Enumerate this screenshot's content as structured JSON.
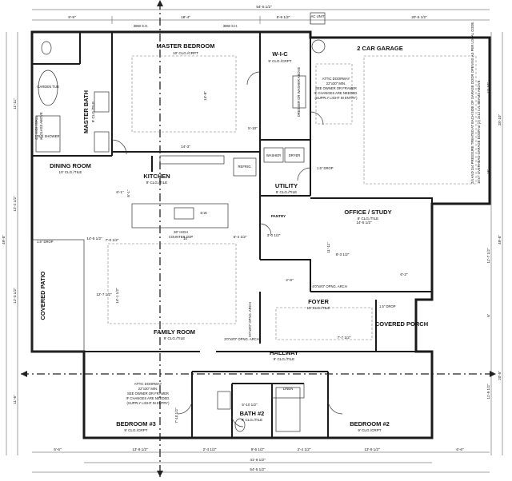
{
  "plan": {
    "overall_width": "54'-5 1/2\"",
    "overall_depth": "49'-8\"",
    "top_segments": [
      "8'-9\"",
      "18'-4\"",
      "5'-9 1/2\"",
      "20'-5 1/2\""
    ],
    "bottom_segments": [
      "6'-6\"",
      "13'-9 1/2\"",
      "2'-4 1/2\"",
      "9'-5 1/2\"",
      "2'-4 1/2\"",
      "13'-9 1/2\"",
      "6'-6\""
    ],
    "bottom_inner_total": "41'-9 1/2\"",
    "left_segments": [
      "11'-11\"",
      "12'-2 1/2\"",
      "12'-3 1/2\"",
      "11'-6\""
    ],
    "right_segments": [
      "12'-10\"",
      "16'",
      "11'-7 1/2\"",
      "6'",
      "11'-9 1/2\""
    ],
    "right_totals": [
      "28'-10\"",
      "49'-8\"",
      "20'-5\""
    ],
    "ac_unit": "AC UNIT",
    "rooms": [
      {
        "name": "MASTER BEDROOM",
        "sub": "10' CLG./CRPT"
      },
      {
        "name": "W-I-C",
        "sub": "9' CLG./CRPT"
      },
      {
        "name": "2 CAR GARAGE",
        "sub": ""
      },
      {
        "name": "MASTER BATH",
        "sub": "9' CLG./TILE"
      },
      {
        "name": "DINING ROOM",
        "sub": "10' CLG./TILE"
      },
      {
        "name": "KITCHEN",
        "sub": "9' CLG./TILE"
      },
      {
        "name": "UTILITY",
        "sub": "9' CLG./TILE"
      },
      {
        "name": "PANTRY",
        "sub": ""
      },
      {
        "name": "OFFICE / STUDY",
        "sub": "9' CLG./TILE"
      },
      {
        "name": "COVERED PATIO",
        "sub": ""
      },
      {
        "name": "FOYER",
        "sub": "10' CLG./TILE"
      },
      {
        "name": "COVERED PORCH",
        "sub": ""
      },
      {
        "name": "FAMILY ROOM",
        "sub": "9' CLG./TILE"
      },
      {
        "name": "HALLWAY",
        "sub": "9' CLG./TILE"
      },
      {
        "name": "BEDROOM #3",
        "sub": "9' CLG./CRPT"
      },
      {
        "name": "BATH #2",
        "sub": "9' CLG./TILE"
      },
      {
        "name": "BEDROOM #2",
        "sub": "9' CLG./CRPT"
      }
    ],
    "notes": {
      "attic_garage": [
        "ATTIC DOORWAY",
        "22\"x30\" MIN.",
        "SEE OWNER OR FRAMER",
        "IF CHANGES ARE NEEDED.",
        "(SUPPLY LIGHT IN ENTRY)"
      ],
      "attic_bedroom": [
        "ATTIC DOORWAY",
        "22\"x30\" MIN.",
        "SEE OWNER OR FRAMER",
        "IF CHANGES ARE NEEDED.",
        "(SUPPLY LIGHT IN ENTRY)"
      ],
      "garage_beam": "2/4 AND 2x4 PRESSURE TREATED AT EACH SIDE OF GARAGE DOOR OPENING AS PER LOCAL CODE.",
      "garage_door": "16'x7' OVERHEAD GARAGE DOOR w/ (2) 2x12 LVL BEAMS ABOVE",
      "counter": [
        "36\" HIGH",
        "COUNTER TOP"
      ],
      "master_bath_wall": [
        "42\" HIGH WALL",
        "w/ GLASS ABOVE"
      ],
      "tile_shower": "TILE SHOWER",
      "garden_tub": "GARDEN TUB",
      "window_sh": "3060 S.H.",
      "foyer_opening": "4'0\"x8'0\" OPNG. ARCH",
      "hall_opening": "2'0\"x8'0\" OPNG. ARCH",
      "family_opening": "5'0\"x8'0\" OPNG. ARCH",
      "linen": "LINEN",
      "refrig": "REFRIG.",
      "washer": "WASHER",
      "dryer": "DRYER",
      "dresser": "DRESSER OR WASHER ABOVE",
      "dw": "D.W.",
      "drop": "1.5\" DROP"
    },
    "inner_dims": [
      "14'-3\"",
      "14'-8\"",
      "14'-5 1/2\"",
      "5'-10\"",
      "10'",
      "6'-1\"",
      "3'-0 1/2\"",
      "6'-4 1/2\"",
      "14'-5 1/2\"",
      "11'-11\"",
      "8'-3 1/2\"",
      "6'-2\"",
      "2'-8\"",
      "7'-7 1/2\"",
      "14'-1 1/2\"",
      "7'-0 1/2\"",
      "12'-7 1/2\"",
      "7'-10 1/2\"",
      "5'-10 1/2\"",
      "6'-1\""
    ]
  }
}
